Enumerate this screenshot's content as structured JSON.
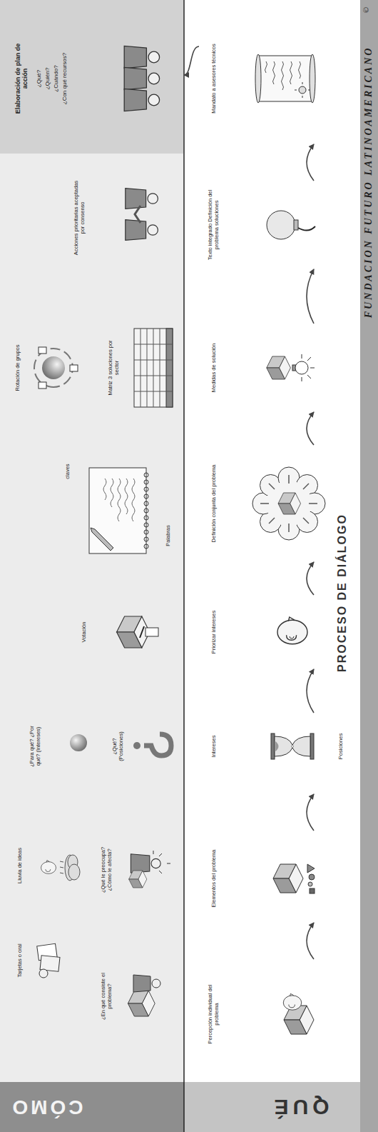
{
  "diagram": {
    "title": "PROCESO DE DIÁLOGO",
    "nodes": [
      {
        "text": [
          "Percepción individual del problema"
        ]
      },
      {
        "text": [
          "Elementos del problema"
        ]
      },
      {
        "text": [
          "Posiciones",
          "Intereses"
        ]
      },
      {
        "text": [
          "Priorizar intereses"
        ]
      },
      {
        "text": [
          "Definición conjunta del problema"
        ]
      },
      {
        "text": [
          "Medidas de solución"
        ]
      },
      {
        "text": [
          "Texto integrado Definición del problema soluciones"
        ]
      },
      {
        "text": [
          "Mandato a asesores técnicos"
        ]
      },
      {
        "text": [
          "Elaboración de plan de acción",
          "¿Qué?",
          "¿Quién?",
          "¿Cuándo?",
          "¿Con qué recursos?"
        ]
      }
    ],
    "edges": [
      {
        "from": 0,
        "to": 1,
        "arrow": "to"
      },
      {
        "from": 1,
        "to": 2,
        "arrow": "to"
      },
      {
        "from": 2,
        "to": 3,
        "arrow": "to"
      },
      {
        "from": 3,
        "to": 4,
        "arrow": "to"
      },
      {
        "from": 4,
        "to": 5,
        "arrow": "to"
      },
      {
        "from": 5,
        "to": 6,
        "arrow": "to"
      },
      {
        "from": 6,
        "to": 7,
        "arrow": "to"
      },
      {
        "from": 7,
        "to": 8,
        "arrow": "to"
      }
    ],
    "labels": [
      "©",
      "FUNDACION FUTURO LATINOAMERICANO",
      "QUÉ",
      "CÓMO",
      "¿En qué consiste el problema?",
      "Tarjetas o oral",
      "¿Qué le preocupa? ¿Cómo le afecta?",
      "Lluvia de ideas",
      "¿Qué? (Posiciones)",
      "¿Para qué? ¿Por qué? (Intereses)",
      "Votación",
      "Palabras",
      "claves",
      "Matriz 3 soluciones por sector",
      "Rotación de grupos",
      "Acciones prioritarias aceptadas por consenso"
    ]
  }
}
